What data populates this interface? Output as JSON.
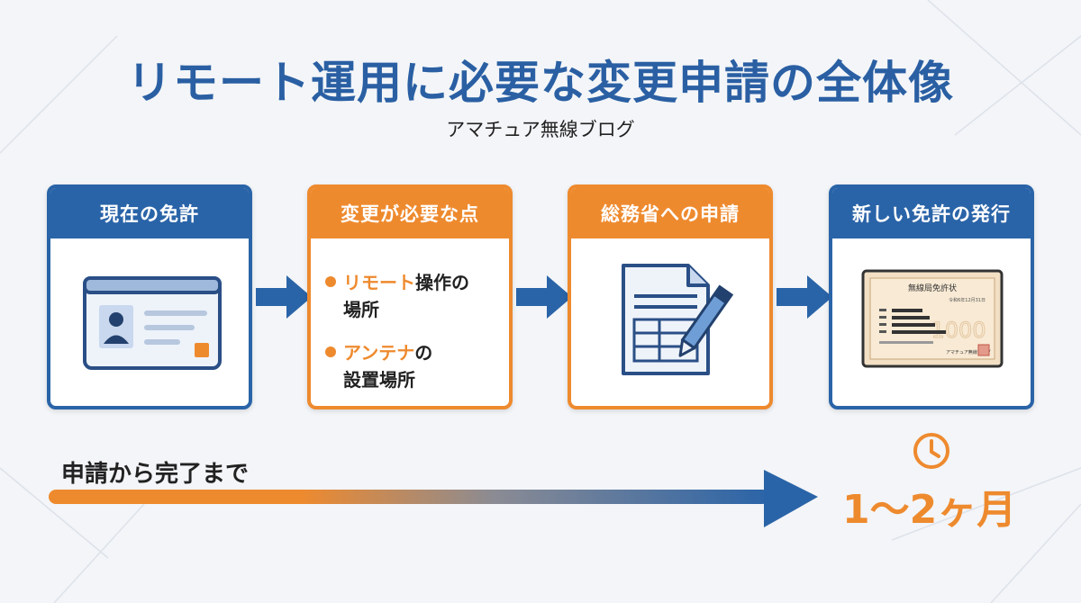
{
  "header": {
    "title": "リモート運用に必要な変更申請の全体像",
    "subtitle": "アマチュア無線ブログ"
  },
  "steps": [
    {
      "title": "現在の免許",
      "color": "blue"
    },
    {
      "title": "変更が必要な点",
      "color": "orange",
      "points": [
        {
          "highlight": "リモート",
          "rest1": "操作の",
          "rest2": "場所"
        },
        {
          "highlight": "アンテナ",
          "rest1": "の",
          "rest2": "設置場所"
        }
      ]
    },
    {
      "title": "総務省への申請",
      "color": "orange"
    },
    {
      "title": "新しい免許の発行",
      "color": "blue",
      "license_title": "無線局免許状",
      "license_blog": "アマチュア無線ブログ",
      "license_date": "令和6年12月31日",
      "license_watermark": "1000"
    }
  ],
  "timeline": {
    "label": "申請から完了まで",
    "duration": "1〜2ヶ月"
  },
  "icons": [
    "id-card-icon",
    "document-pen-icon",
    "license-certificate-icon",
    "clock-icon",
    "arrow-right-icon"
  ],
  "colors": {
    "blue": "#2a64a8",
    "orange": "#ee8a2e",
    "title_blue": "#2a5fa3",
    "background": "#f3f5f8"
  }
}
